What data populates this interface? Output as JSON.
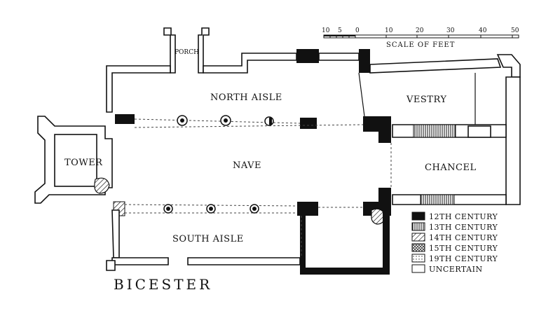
{
  "title": "BICESTER",
  "rooms": {
    "porch": "PORCH",
    "north_aisle": "NORTH AISLE",
    "vestry": "VESTRY",
    "tower": "TOWER",
    "nave": "NAVE",
    "chancel": "CHANCEL",
    "south_aisle": "SOUTH AISLE"
  },
  "scale": {
    "caption": "SCALE OF FEET",
    "ticks": [
      "10",
      "5",
      "0",
      "10",
      "20",
      "30",
      "40",
      "50"
    ]
  },
  "legend": [
    {
      "label": "12TH CENTURY",
      "pattern": "black"
    },
    {
      "label": "13TH CENTURY",
      "pattern": "vertical-hatch"
    },
    {
      "label": "14TH CENTURY",
      "pattern": "diagonal-hatch"
    },
    {
      "label": "15TH CENTURY",
      "pattern": "cross-hatch"
    },
    {
      "label": "19TH CENTURY",
      "pattern": "dots"
    },
    {
      "label": "UNCERTAIN",
      "pattern": "blank"
    }
  ]
}
